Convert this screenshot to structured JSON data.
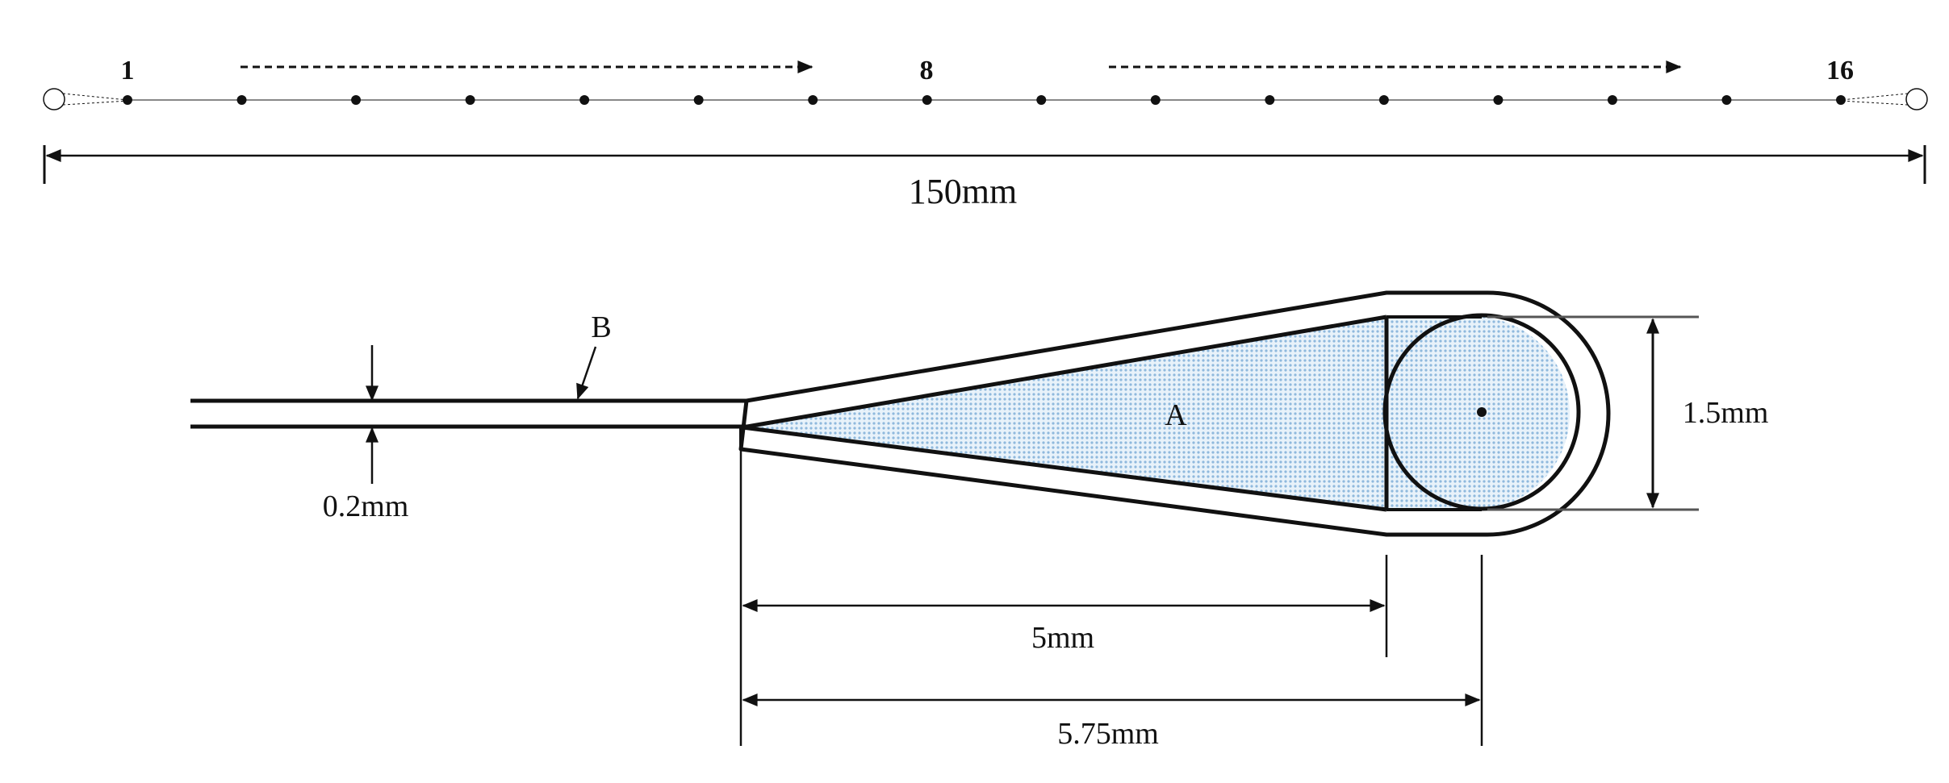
{
  "top_strip": {
    "sensor_labels": [
      "1",
      "8",
      "16"
    ],
    "length_label": "150mm",
    "sensor_count": 16
  },
  "detail": {
    "region_a_label": "A",
    "region_b_label": "B",
    "thickness_label": "0.2mm",
    "height_label": "1.5mm",
    "length_short_label": "5mm",
    "length_long_label": "5.75mm"
  },
  "colors": {
    "line": "#111111",
    "thin_line": "#888888",
    "fill_region": "#bcd8ee"
  }
}
